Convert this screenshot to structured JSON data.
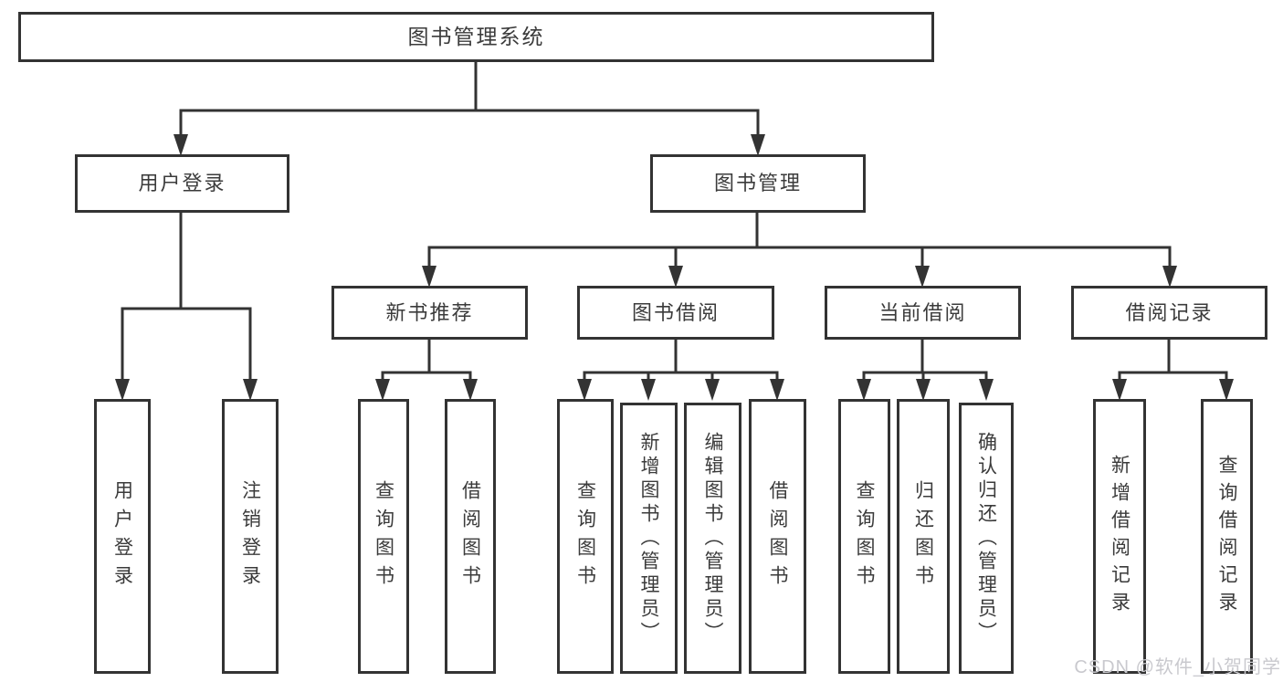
{
  "tree": {
    "root": "图书管理系统",
    "level2": [
      {
        "label": "用户登录",
        "children": [
          "用户登录",
          "注销登录"
        ]
      },
      {
        "label": "图书管理",
        "sections": [
          {
            "label": "新书推荐",
            "children": [
              "查询图书",
              "借阅图书"
            ]
          },
          {
            "label": "图书借阅",
            "children": [
              "查询图书",
              "新增图书（管理员）",
              "编辑图书（管理员）",
              "借阅图书"
            ]
          },
          {
            "label": "当前借阅",
            "children": [
              "查询图书",
              "归还图书",
              "确认归还（管理员）"
            ]
          },
          {
            "label": "借阅记录",
            "children": [
              "新增借阅记录",
              "查询借阅记录"
            ]
          }
        ]
      }
    ]
  },
  "watermark": "CSDN @软件_小贺同学",
  "colors": {
    "line": "#333333",
    "box_border": "#333333",
    "text": "#3b3b3b",
    "watermark": "#c9c9ce",
    "background": "#ffffff"
  }
}
